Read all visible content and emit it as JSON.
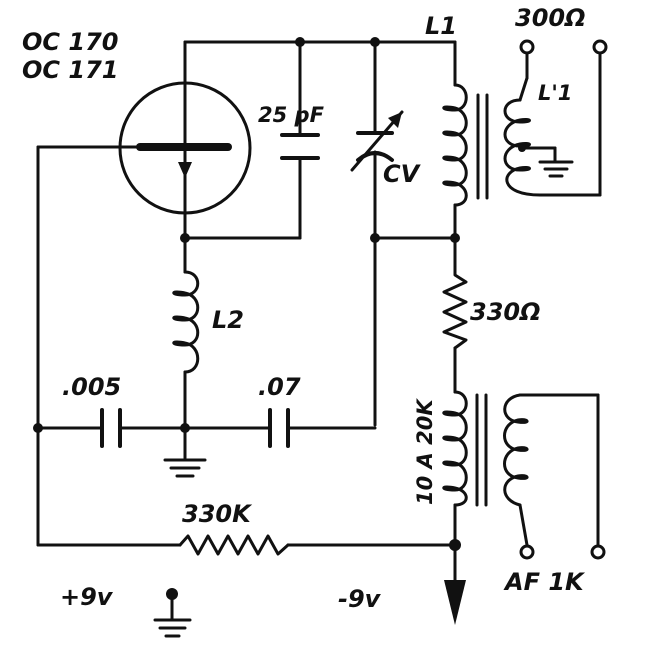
{
  "labels": {
    "transistor_1": "OC 170",
    "transistor_2": "OC 171",
    "coil_l1": "L1",
    "coil_l1_secondary": "L'1",
    "coil_l2": "L2",
    "output_300": "300Ω",
    "cap_25": "25 pF",
    "cap_cv": "CV",
    "res_330": "330Ω",
    "transformer_af": "10 A 20K",
    "cap_005": ".005",
    "cap_07": ".07",
    "res_330k": "330K",
    "supply_pos": "+9v",
    "supply_neg": "-9v",
    "af_out": "AF 1K"
  }
}
